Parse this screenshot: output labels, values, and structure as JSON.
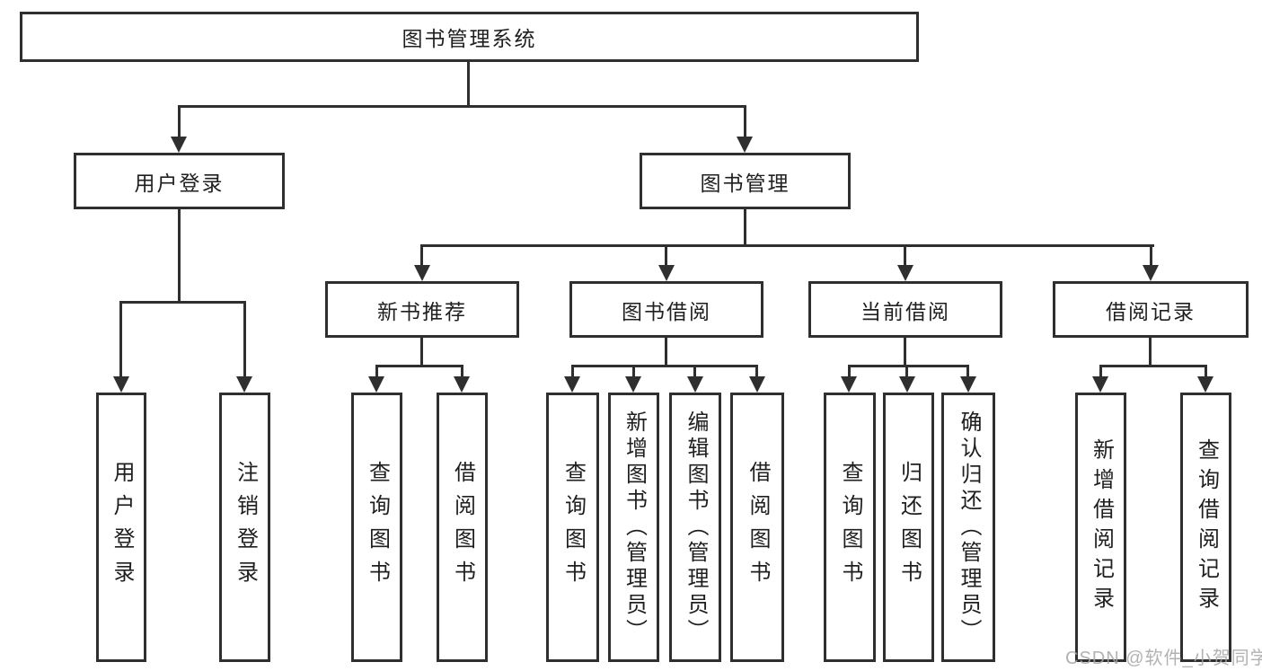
{
  "diagram": {
    "root": {
      "label": "图书管理系统"
    },
    "level2": {
      "user_login": {
        "label": "用户登录"
      },
      "book_management": {
        "label": "图书管理"
      }
    },
    "level3": {
      "new_book_recommend": {
        "label": "新书推荐"
      },
      "book_borrow": {
        "label": "图书借阅"
      },
      "current_borrow": {
        "label": "当前借阅"
      },
      "borrow_record": {
        "label": "借阅记录"
      }
    },
    "leaves": {
      "user_login": [
        "用户登录",
        "注销登录"
      ],
      "new_book_recommend": [
        "查询图书",
        "借阅图书"
      ],
      "book_borrow": [
        "查询图书",
        "新增图书（管理员）",
        "编辑图书（管理员）",
        "借阅图书"
      ],
      "current_borrow": [
        "查询图书",
        "归还图书",
        "确认归还（管理员）"
      ],
      "borrow_record": [
        "新增借阅记录",
        "查询借阅记录"
      ]
    }
  },
  "watermark": {
    "text": "CSDN @软件_小贺同学"
  },
  "colors": {
    "line": "#2f2f2f",
    "text": "#1f1f1f",
    "background": "#ffffff",
    "watermark": "#a5a5a5"
  }
}
